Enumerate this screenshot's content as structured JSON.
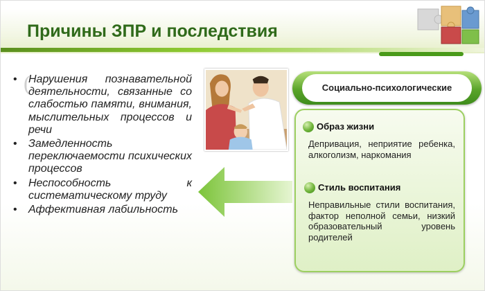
{
  "slide": {
    "title": "Причины ЗПР и последствия",
    "bullets": [
      "Нарушения познавательной деятельности, связанные со слабостью памяти, внимания, мыслительных процессов и речи",
      "Замедленность переключаемости психических процессов",
      "Неспособность к систематическому труду",
      "Аффективная лабильность"
    ],
    "panel": {
      "header": "Социально-психологические",
      "sections": [
        {
          "title": "Образ жизни",
          "text": "Депривация, неприятие ребенка, алкоголизм, наркомания"
        },
        {
          "title": "Стиль воспитания",
          "text": "Неправильные стили воспитания, фактор неполной семьи, низкий образовательный уровень родителей"
        }
      ]
    },
    "colors": {
      "title": "#2f6a1a",
      "accent": "#5aa42a",
      "panel_border": "#9ccf60",
      "arrow": "#8fd04a"
    },
    "icons": [
      "family-photo",
      "left-arrow-icon",
      "green-ball-icon",
      "puzzle-logo-icon"
    ]
  }
}
